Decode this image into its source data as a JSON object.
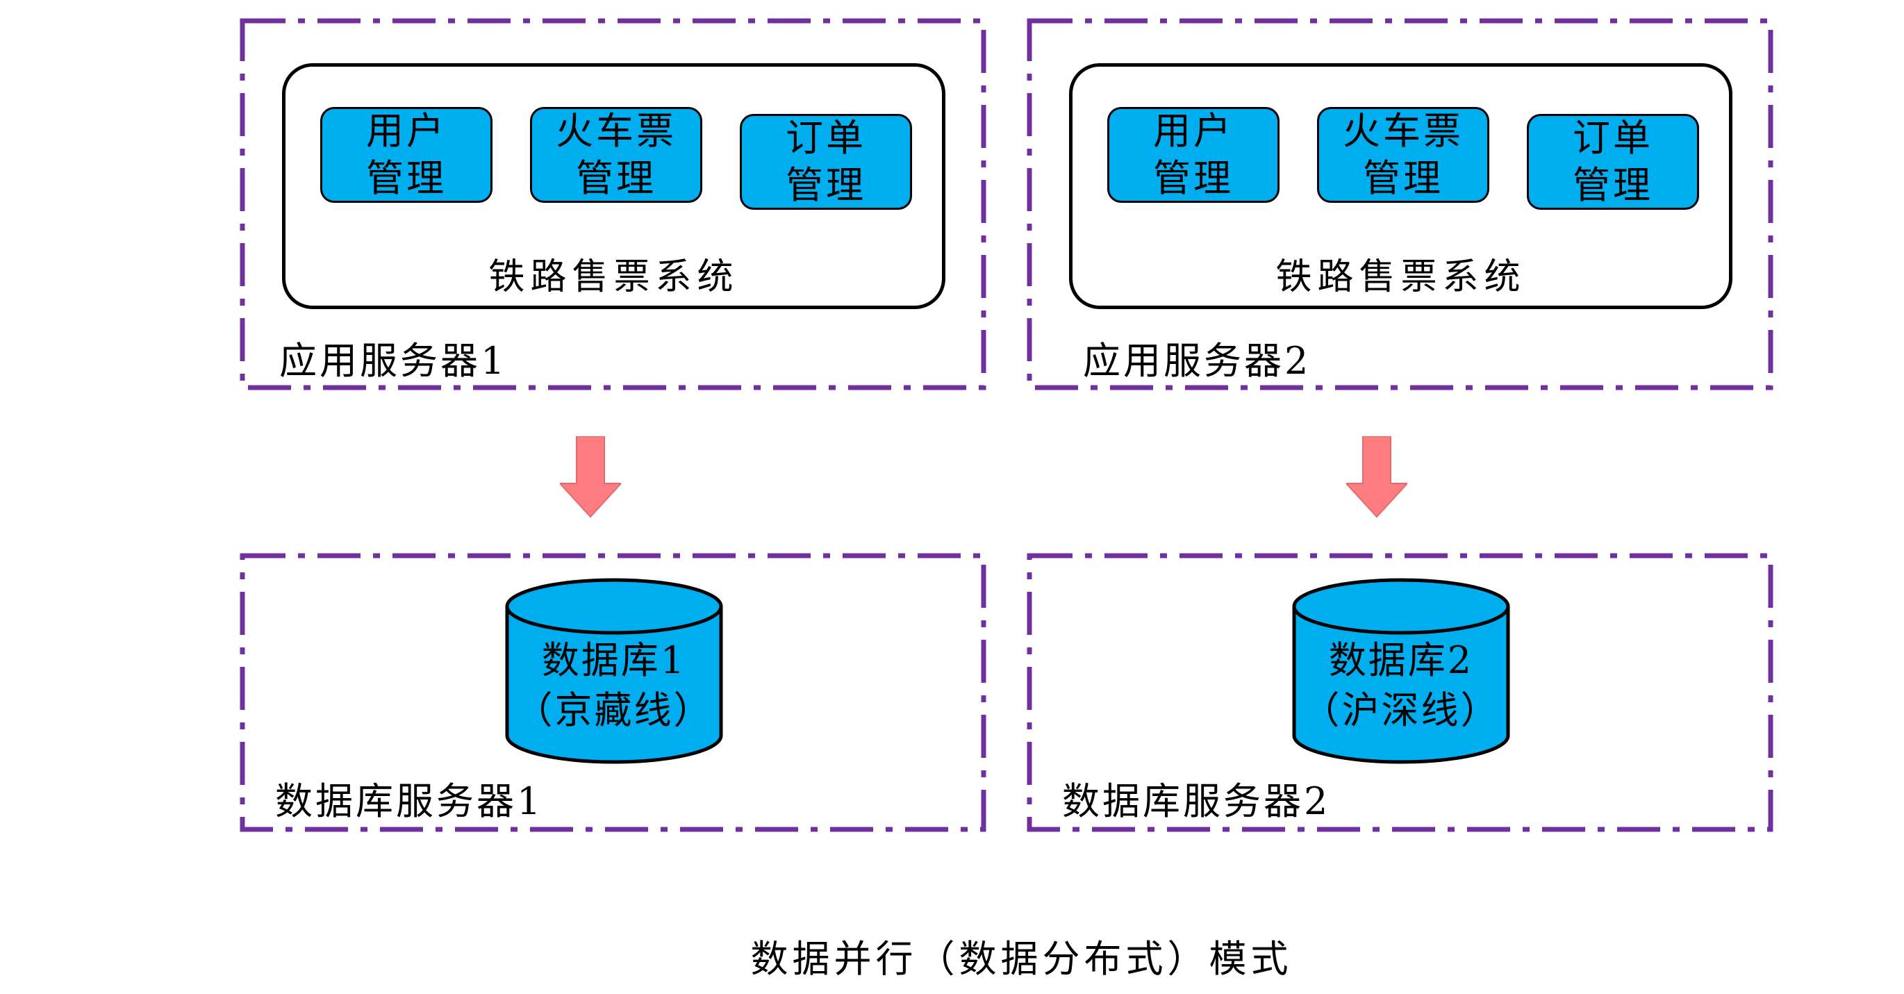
{
  "app_servers": [
    {
      "label": "应用服务器1",
      "system": "铁路售票系统",
      "modules": [
        {
          "line1": "用户",
          "line2": "管理"
        },
        {
          "line1": "火车票",
          "line2": "管理"
        },
        {
          "line1": "订单",
          "line2": "管理"
        }
      ]
    },
    {
      "label": "应用服务器2",
      "system": "铁路售票系统",
      "modules": [
        {
          "line1": "用户",
          "line2": "管理"
        },
        {
          "line1": "火车票",
          "line2": "管理"
        },
        {
          "line1": "订单",
          "line2": "管理"
        }
      ]
    }
  ],
  "db_servers": [
    {
      "label": "数据库服务器1",
      "db_name": "数据库1",
      "db_sub": "（京藏线）"
    },
    {
      "label": "数据库服务器2",
      "db_name": "数据库2",
      "db_sub": "（沪深线）"
    }
  ],
  "caption": "数据并行（数据分布式）模式",
  "colors": {
    "dash_border": "#7030a0",
    "module_fill": "#00aeef",
    "arrow_fill": "#ff7c80",
    "db_fill": "#00aeef"
  }
}
